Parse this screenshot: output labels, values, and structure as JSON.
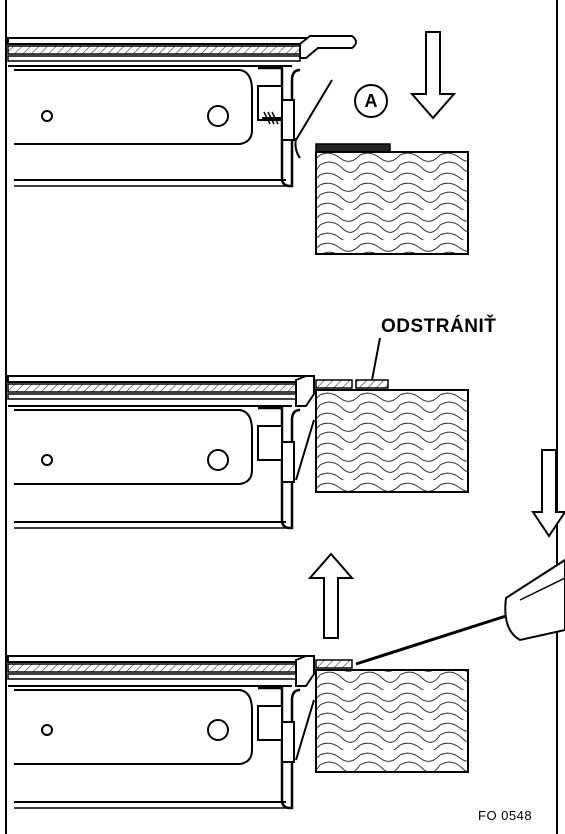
{
  "labels": {
    "callout_a": "A",
    "remove_text": "ODSTRÁNIŤ",
    "figure_code": "FO 0548"
  },
  "colors": {
    "ink": "#000000",
    "paper": "#ffffff",
    "hatch": "#444444"
  },
  "icons": {
    "arrow_down": "arrow-down-icon",
    "arrow_up": "arrow-up-icon",
    "screwdriver": "screwdriver-icon",
    "screw": "screw-icon"
  }
}
